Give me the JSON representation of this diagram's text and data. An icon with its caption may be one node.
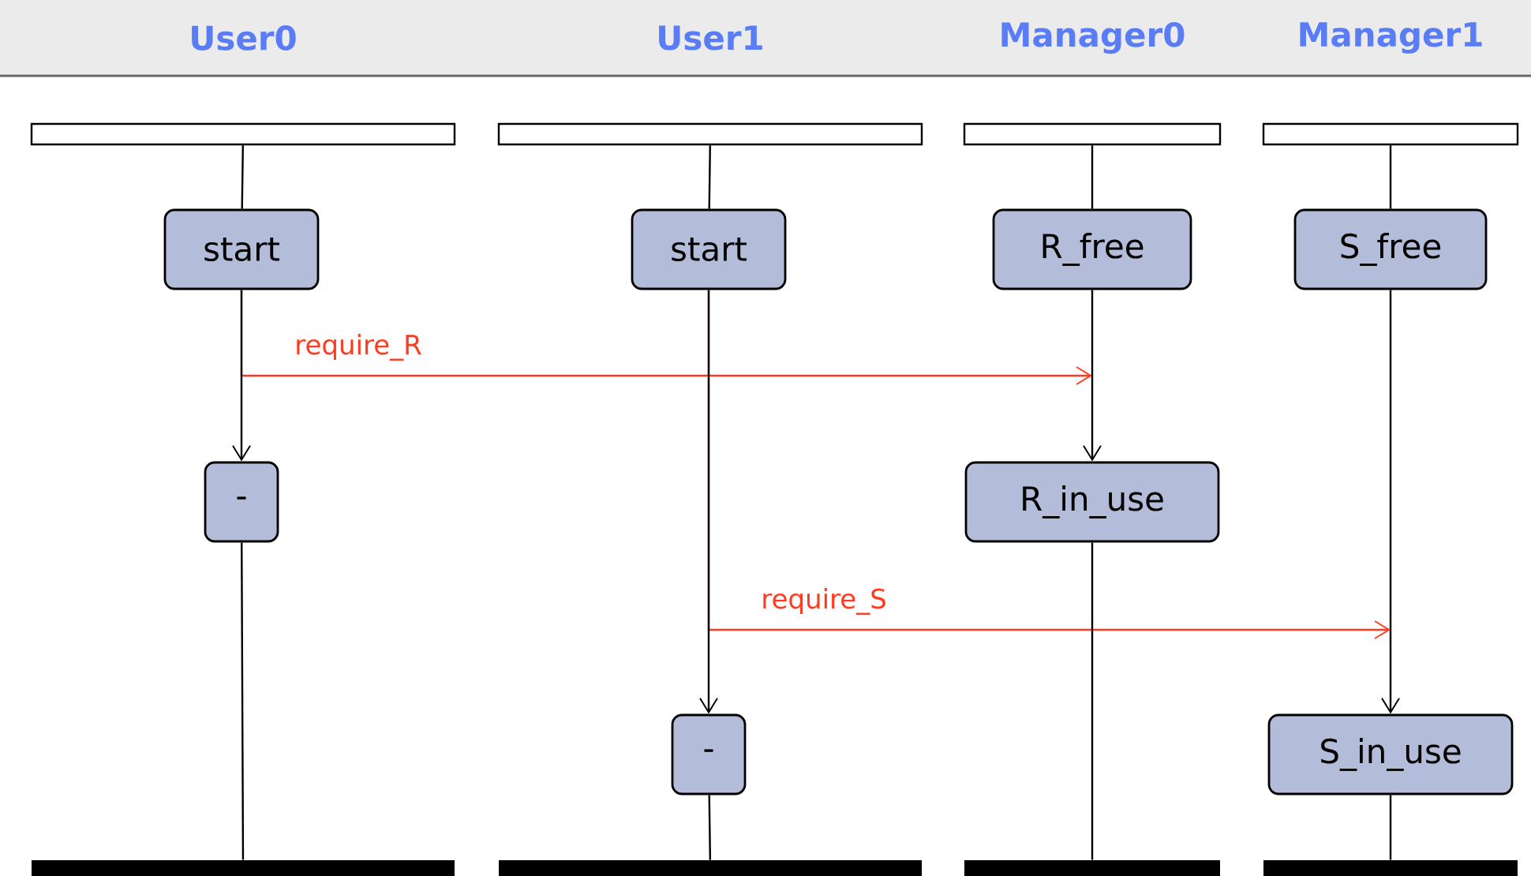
{
  "diagram": {
    "nodes": [
      {
        "text": [],
        "shape": "bar",
        "beside": [
          "User0"
        ]
      },
      {
        "text": [],
        "shape": "bar",
        "beside": [
          "User1"
        ]
      },
      {
        "text": [],
        "shape": "bar",
        "beside": [
          "Manager0"
        ]
      },
      {
        "text": [],
        "shape": "bar",
        "beside": [
          "Manager1"
        ]
      },
      {
        "text": [
          "start"
        ]
      },
      {
        "text": [
          "start"
        ]
      },
      {
        "text": [
          "R_free"
        ]
      },
      {
        "text": [
          "S_free"
        ]
      },
      {
        "text": [
          "-"
        ]
      },
      {
        "text": [
          "R_in_use"
        ]
      },
      {
        "text": [
          "-"
        ]
      },
      {
        "text": [
          "S_in_use"
        ]
      },
      {
        "text": [],
        "shape": "bar"
      },
      {
        "text": [],
        "shape": "bar"
      },
      {
        "text": [],
        "shape": "bar"
      },
      {
        "text": [],
        "shape": "bar"
      }
    ],
    "edges": [
      {
        "from": 0,
        "to": 4,
        "arrow": "none"
      },
      {
        "from": 4,
        "to": 8,
        "arrow": "to"
      },
      {
        "from": 8,
        "to": 12,
        "arrow": "none"
      },
      {
        "from": 1,
        "to": 5,
        "arrow": "none"
      },
      {
        "from": 5,
        "to": 10,
        "arrow": "to"
      },
      {
        "from": 10,
        "to": 13,
        "arrow": "none"
      },
      {
        "from": 2,
        "to": 6,
        "arrow": "none"
      },
      {
        "from": 6,
        "to": 9,
        "arrow": "to"
      },
      {
        "from": 9,
        "to": 14,
        "arrow": "none"
      },
      {
        "from": 3,
        "to": 7,
        "arrow": "none"
      },
      {
        "from": 7,
        "to": 11,
        "arrow": "to"
      },
      {
        "from": 11,
        "to": 15,
        "arrow": "none"
      },
      {
        "from": 4,
        "to": null,
        "arrow": "to",
        "label": "require_R",
        "color": "#ff3b1f"
      },
      {
        "from": 5,
        "to": null,
        "arrow": "to",
        "label": "require_S",
        "color": "#ff3b1f"
      }
    ]
  }
}
